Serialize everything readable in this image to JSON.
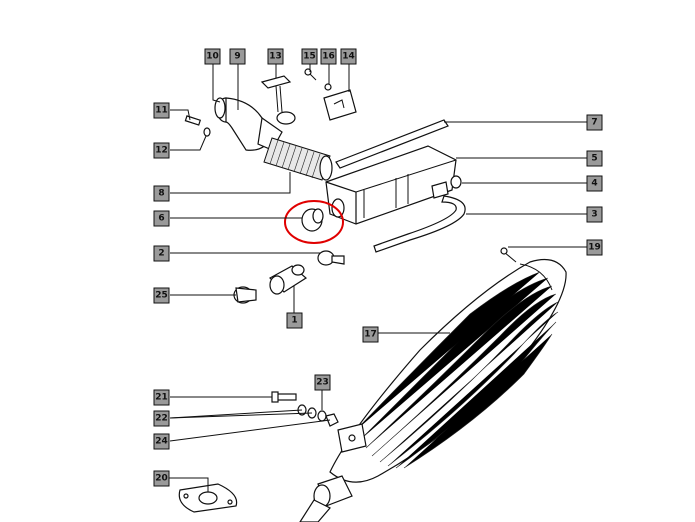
{
  "diagram": {
    "callouts": [
      {
        "id": "c10",
        "label": "10"
      },
      {
        "id": "c9",
        "label": "9"
      },
      {
        "id": "c13",
        "label": "13"
      },
      {
        "id": "c15",
        "label": "15"
      },
      {
        "id": "c16",
        "label": "16"
      },
      {
        "id": "c14",
        "label": "14"
      },
      {
        "id": "c11",
        "label": "11"
      },
      {
        "id": "c12",
        "label": "12"
      },
      {
        "id": "c7",
        "label": "7"
      },
      {
        "id": "c5",
        "label": "5"
      },
      {
        "id": "c4",
        "label": "4"
      },
      {
        "id": "c8",
        "label": "8"
      },
      {
        "id": "c6",
        "label": "6"
      },
      {
        "id": "c3",
        "label": "3"
      },
      {
        "id": "c19",
        "label": "19"
      },
      {
        "id": "c2",
        "label": "2"
      },
      {
        "id": "c25",
        "label": "25"
      },
      {
        "id": "c1",
        "label": "1"
      },
      {
        "id": "c17",
        "label": "17"
      },
      {
        "id": "c23",
        "label": "23"
      },
      {
        "id": "c21",
        "label": "21"
      },
      {
        "id": "c22",
        "label": "22"
      },
      {
        "id": "c24",
        "label": "24"
      },
      {
        "id": "c20",
        "label": "20"
      }
    ],
    "highlight_color": "#e00000"
  }
}
